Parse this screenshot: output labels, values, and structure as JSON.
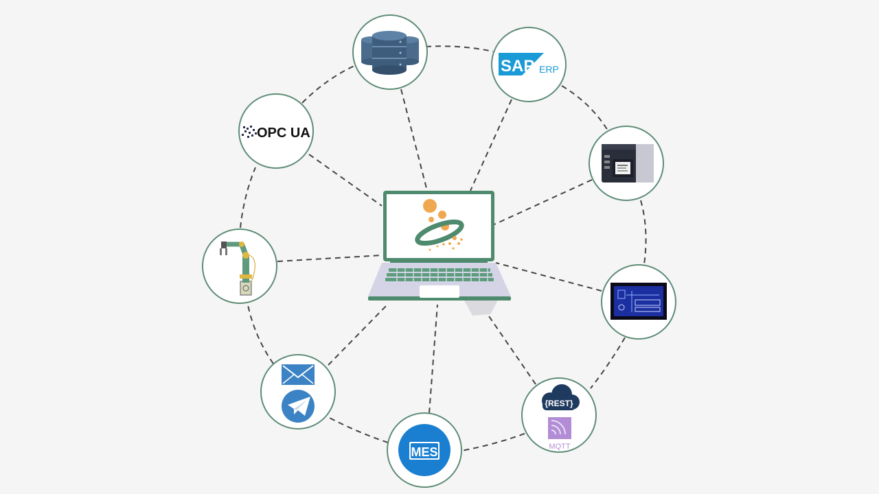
{
  "nodes": {
    "database": {
      "icon": "database-icon"
    },
    "sap": {
      "icon": "sap-logo",
      "brand": "SAP",
      "suffix": "ERP",
      "color": "#1a9ad6"
    },
    "printer": {
      "icon": "label-printer-icon"
    },
    "hmi": {
      "icon": "hmi-panel-icon",
      "color": "#1b2fa0"
    },
    "rest_mqtt": {
      "icon": "rest-mqtt-icon",
      "rest_label": "{REST}",
      "mqtt_label": "MQTT",
      "rest_color": "#1f3a5f",
      "mqtt_color": "#b28dd6"
    },
    "mes": {
      "icon": "mes-icon",
      "label": "MES",
      "color": "#1a7fd0"
    },
    "messaging": {
      "icon": "mail-telegram-icon",
      "color": "#3b83c4"
    },
    "robot": {
      "icon": "robot-arm-icon"
    },
    "opcua": {
      "icon": "opc-ua-logo",
      "label": "OPC UA"
    }
  },
  "center": {
    "icon": "laptop-icon",
    "logo": "app-logo",
    "accent": "#f0a850",
    "ring": "#4e8a6e"
  },
  "colors": {
    "circle_stroke": "#5d8c76",
    "dash": "#444444",
    "background": "#f5f5f5"
  }
}
